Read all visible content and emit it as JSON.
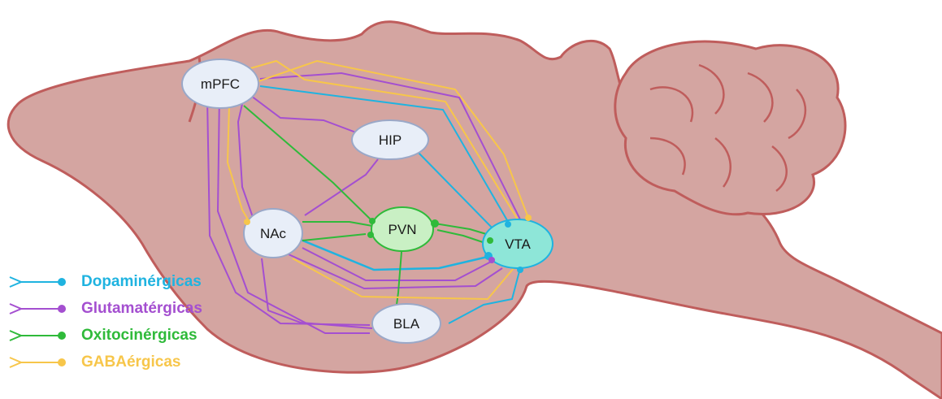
{
  "regions": {
    "mPFC": "mPFC",
    "HIP": "HIP",
    "NAc": "NAc",
    "PVN": "PVN",
    "VTA": "VTA",
    "BLA": "BLA"
  },
  "legend": [
    {
      "label": "Dopaminérgicas",
      "color": "#1fb3e0"
    },
    {
      "label": "Glutamatérgicas",
      "color": "#a44fd0"
    },
    {
      "label": "Oxitocinérgicas",
      "color": "#2fba3a"
    },
    {
      "label": "GABAérgicas",
      "color": "#f7c64a"
    }
  ],
  "colors": {
    "brain_fill": "#d4a5a1",
    "brain_outline": "#bf5d5c",
    "node_fill": "#e8eef8",
    "node_stroke": "#9aa8c8",
    "pvn_fill": "#c9f0c4",
    "pvn_stroke": "#2fba3a",
    "vta_fill": "#8ee6d8",
    "vta_stroke": "#1fb3e0"
  }
}
